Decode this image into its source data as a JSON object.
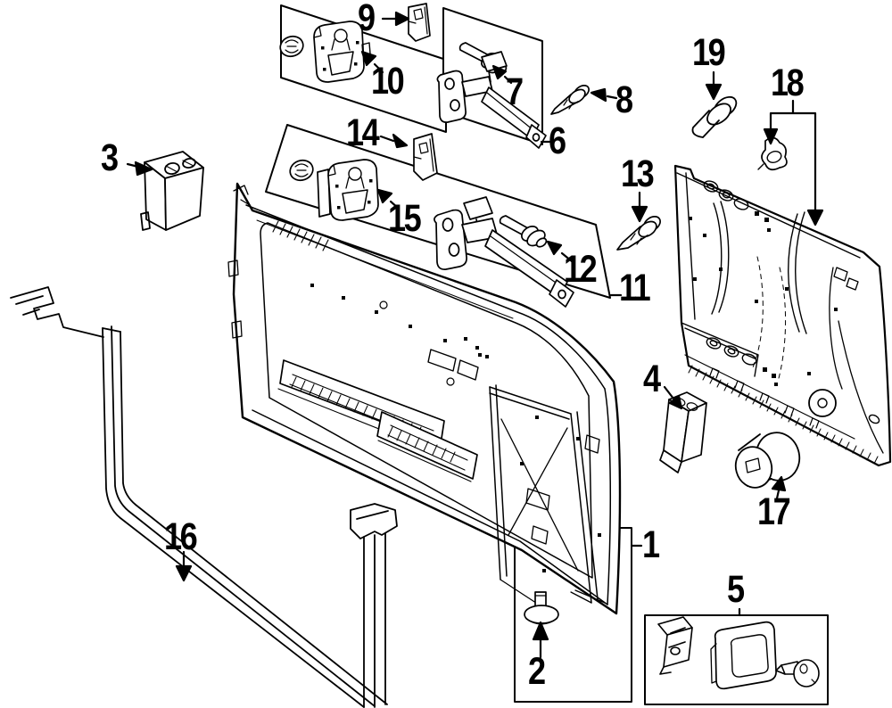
{
  "diagram": {
    "kind": "exploded-parts-line-drawing",
    "colors": {
      "background": "#ffffff",
      "ink": "#000000"
    },
    "parts": {
      "p1": {
        "label": "1"
      },
      "p2": {
        "label": "2"
      },
      "p3": {
        "label": "3"
      },
      "p4": {
        "label": "4"
      },
      "p5": {
        "label": "5"
      },
      "p6": {
        "label": "6"
      },
      "p7": {
        "label": "7"
      },
      "p8": {
        "label": "8"
      },
      "p9": {
        "label": "9"
      },
      "p10": {
        "label": "10"
      },
      "p11": {
        "label": "11"
      },
      "p12": {
        "label": "12"
      },
      "p13": {
        "label": "13"
      },
      "p14": {
        "label": "14"
      },
      "p15": {
        "label": "15"
      },
      "p16": {
        "label": "16"
      },
      "p17": {
        "label": "17"
      },
      "p18": {
        "label": "18"
      },
      "p19": {
        "label": "19"
      }
    }
  }
}
